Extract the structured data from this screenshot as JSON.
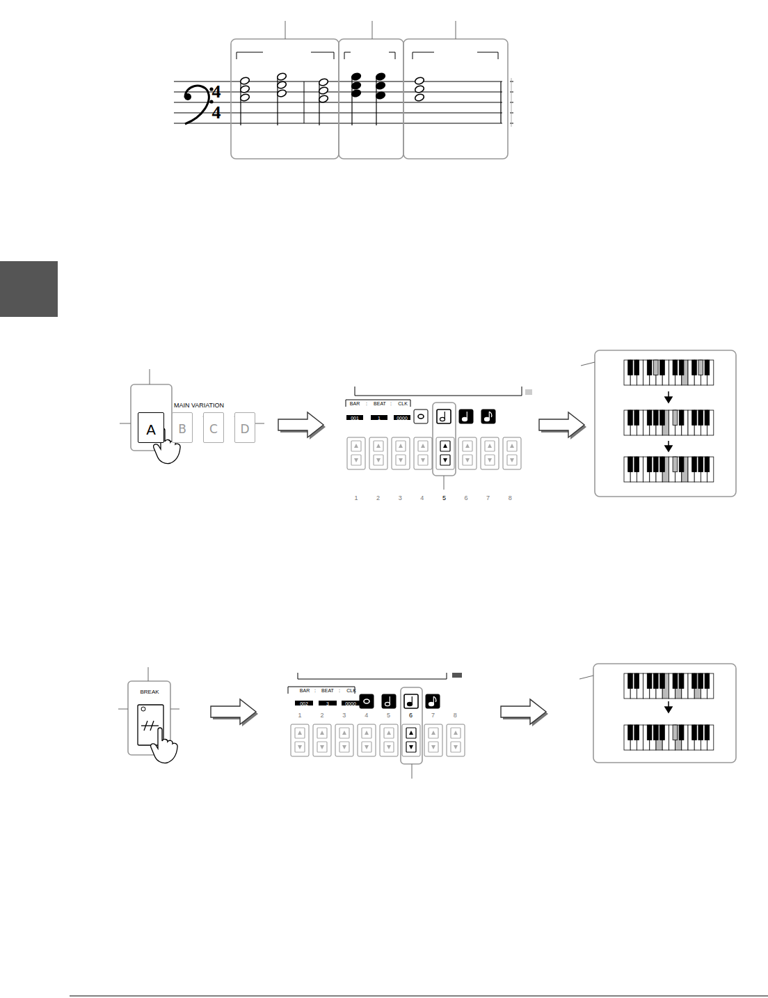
{
  "diagram": {
    "nodes": [
      {
        "text": [
          "A"
        ]
      },
      {
        "text": [
          "B"
        ]
      },
      {
        "text": [
          "C"
        ]
      },
      {
        "text": [
          "D"
        ]
      },
      {
        "text": [
          "BREAK"
        ]
      }
    ],
    "labels": [
      "4",
      "4",
      "MAIN VARIATION",
      "BAR",
      ":",
      "BEAT",
      ":",
      "CLK",
      "001",
      "1",
      "0000",
      "1",
      "2",
      "3",
      "4",
      "5",
      "6",
      "7",
      "8",
      "BAR",
      ":",
      "BEAT",
      ":",
      "CLK",
      "002",
      "3",
      "0000",
      "1",
      "2",
      "3",
      "4",
      "5",
      "6",
      "7",
      "8"
    ]
  }
}
